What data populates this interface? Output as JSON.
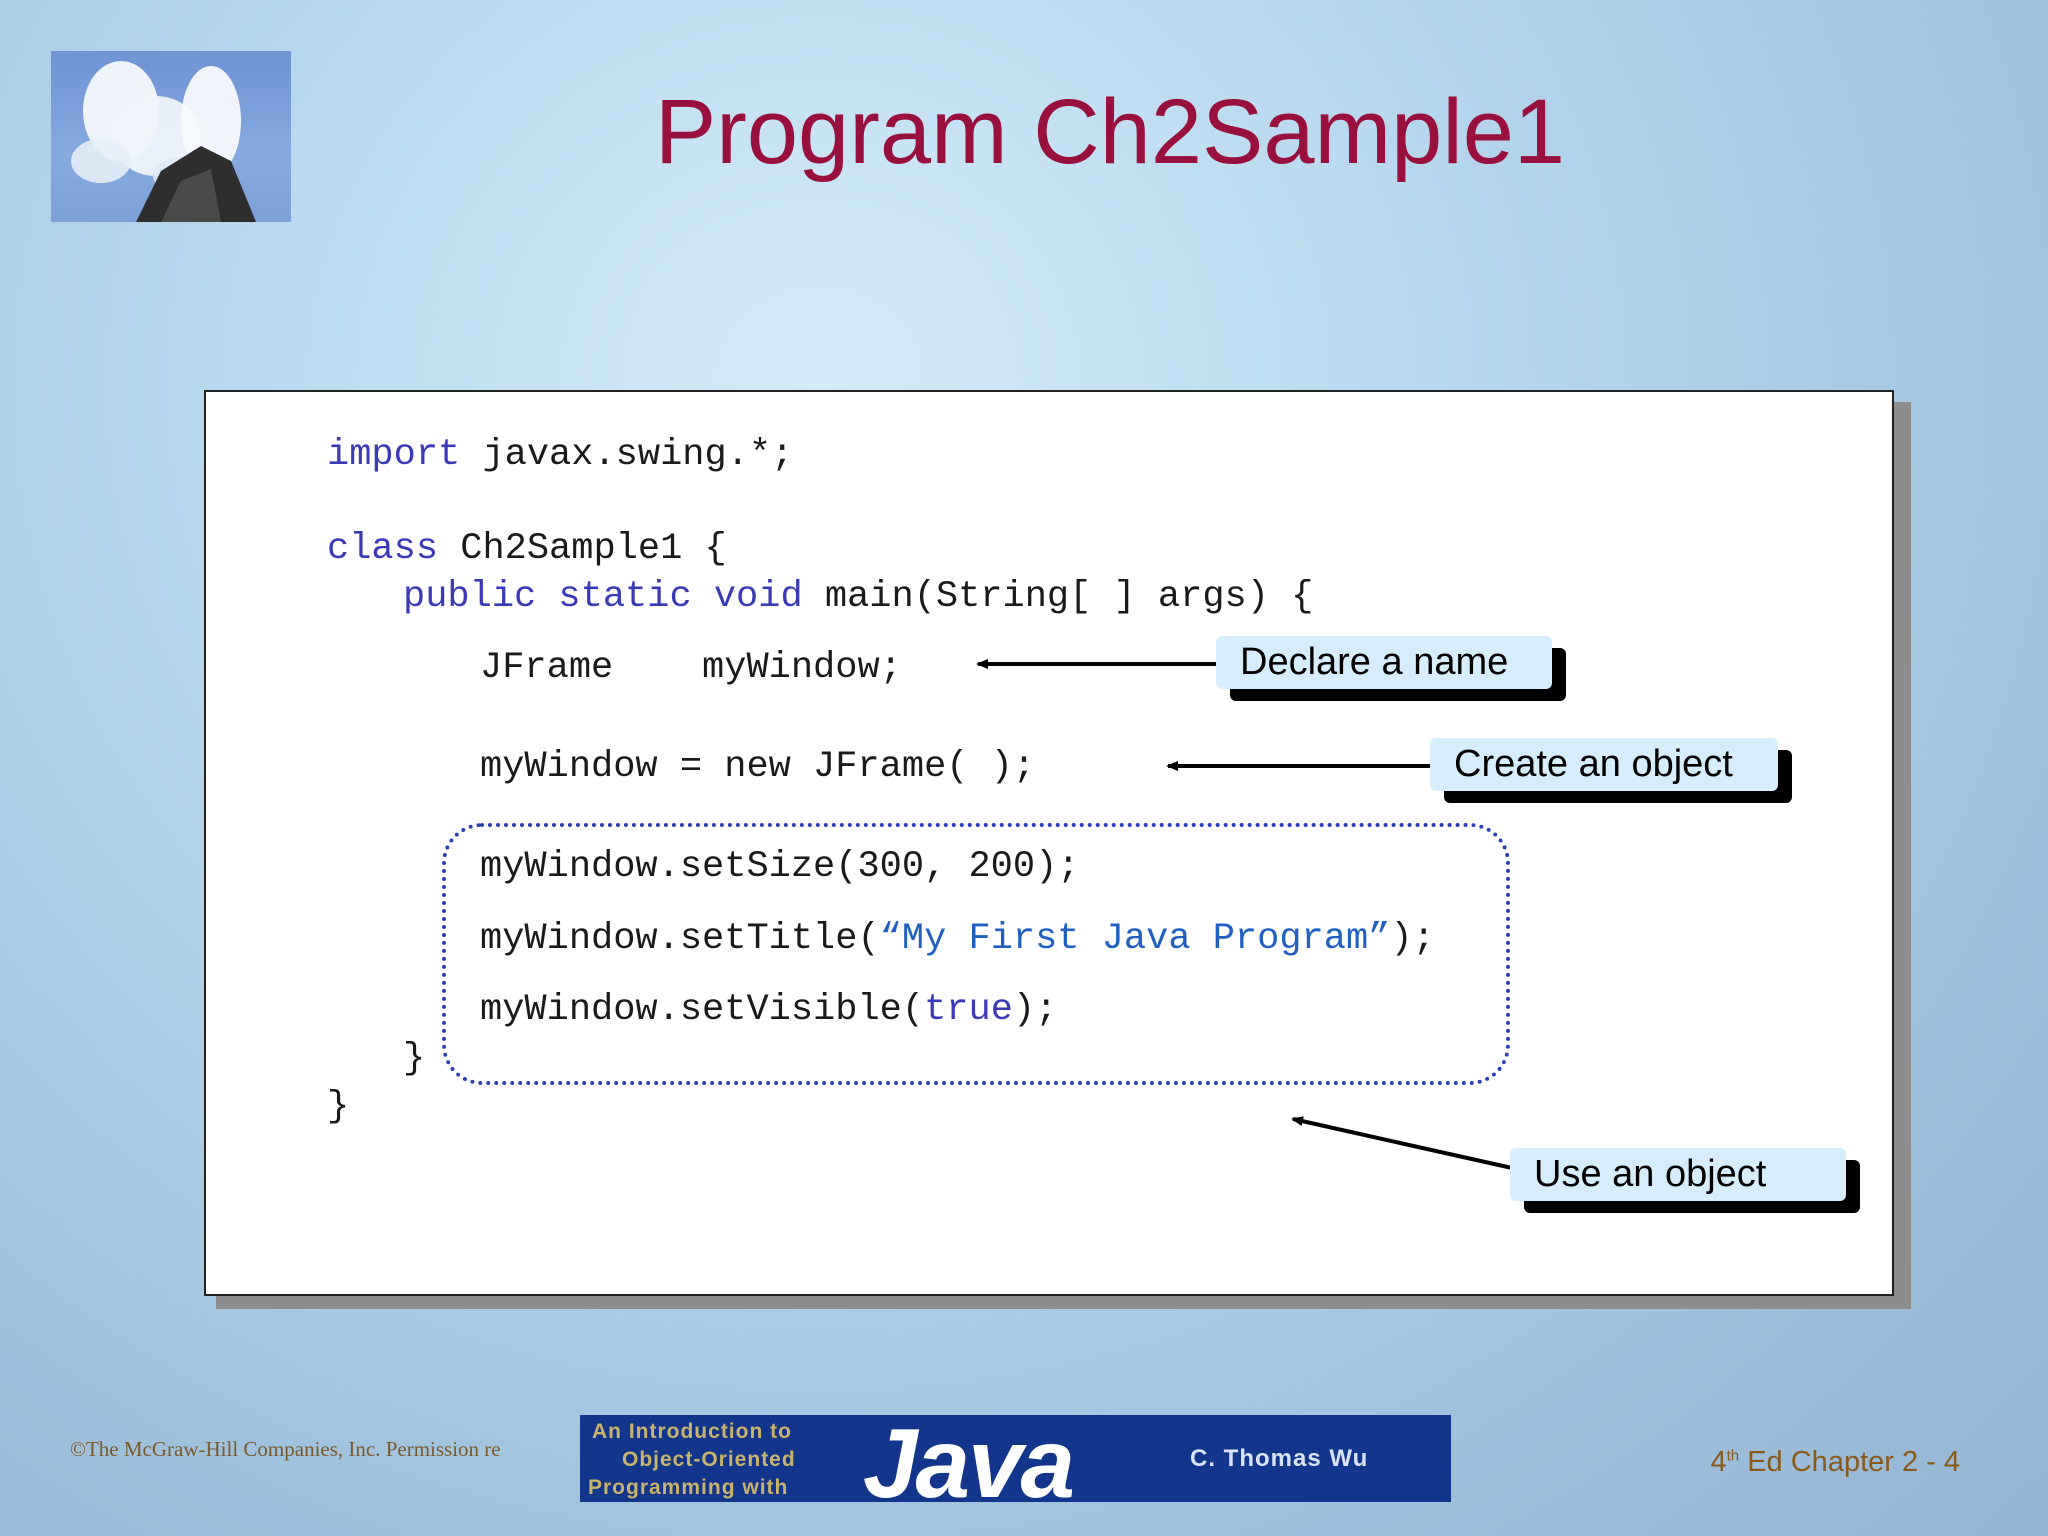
{
  "title": "Program Ch2Sample1",
  "code": {
    "line1_kw": "import",
    "line1_rest": " javax.swing.*;",
    "line2_kw": "class",
    "line2_rest": " Ch2Sample1 {",
    "line3_kw": "public static void",
    "line3_rest": " main(String[ ] args) {",
    "line4": "JFrame    myWindow;",
    "line5": "myWindow = new JFrame( );",
    "line6": "myWindow.setSize(300, 200);",
    "line7_pre": "myWindow.setTitle(",
    "line7_str": "“My First Java Program”",
    "line7_post": ");",
    "line8_pre": "myWindow.setVisible(",
    "line8_kw": "true",
    "line8_post": ");",
    "inner_close": "}",
    "outer_close": "}"
  },
  "callouts": {
    "declare": "Declare a name",
    "create": "Create an object",
    "use": "Use an object"
  },
  "footer": {
    "copyright": "©The McGraw-Hill Companies, Inc. Permission re",
    "banner_line1": "An Introduction to",
    "banner_line2": "Object-Oriented",
    "banner_line3": "Programming with",
    "banner_java": "Java",
    "banner_author": "C. Thomas Wu",
    "edition_num": "4",
    "edition_sup": "th",
    "edition_rest": " Ed Chapter 2 - 4"
  },
  "colors": {
    "title": "#990f3d",
    "keyword": "#3a3ab8",
    "string": "#1f5fc2",
    "callout": "#d6eefc",
    "banner": "#13368c"
  }
}
